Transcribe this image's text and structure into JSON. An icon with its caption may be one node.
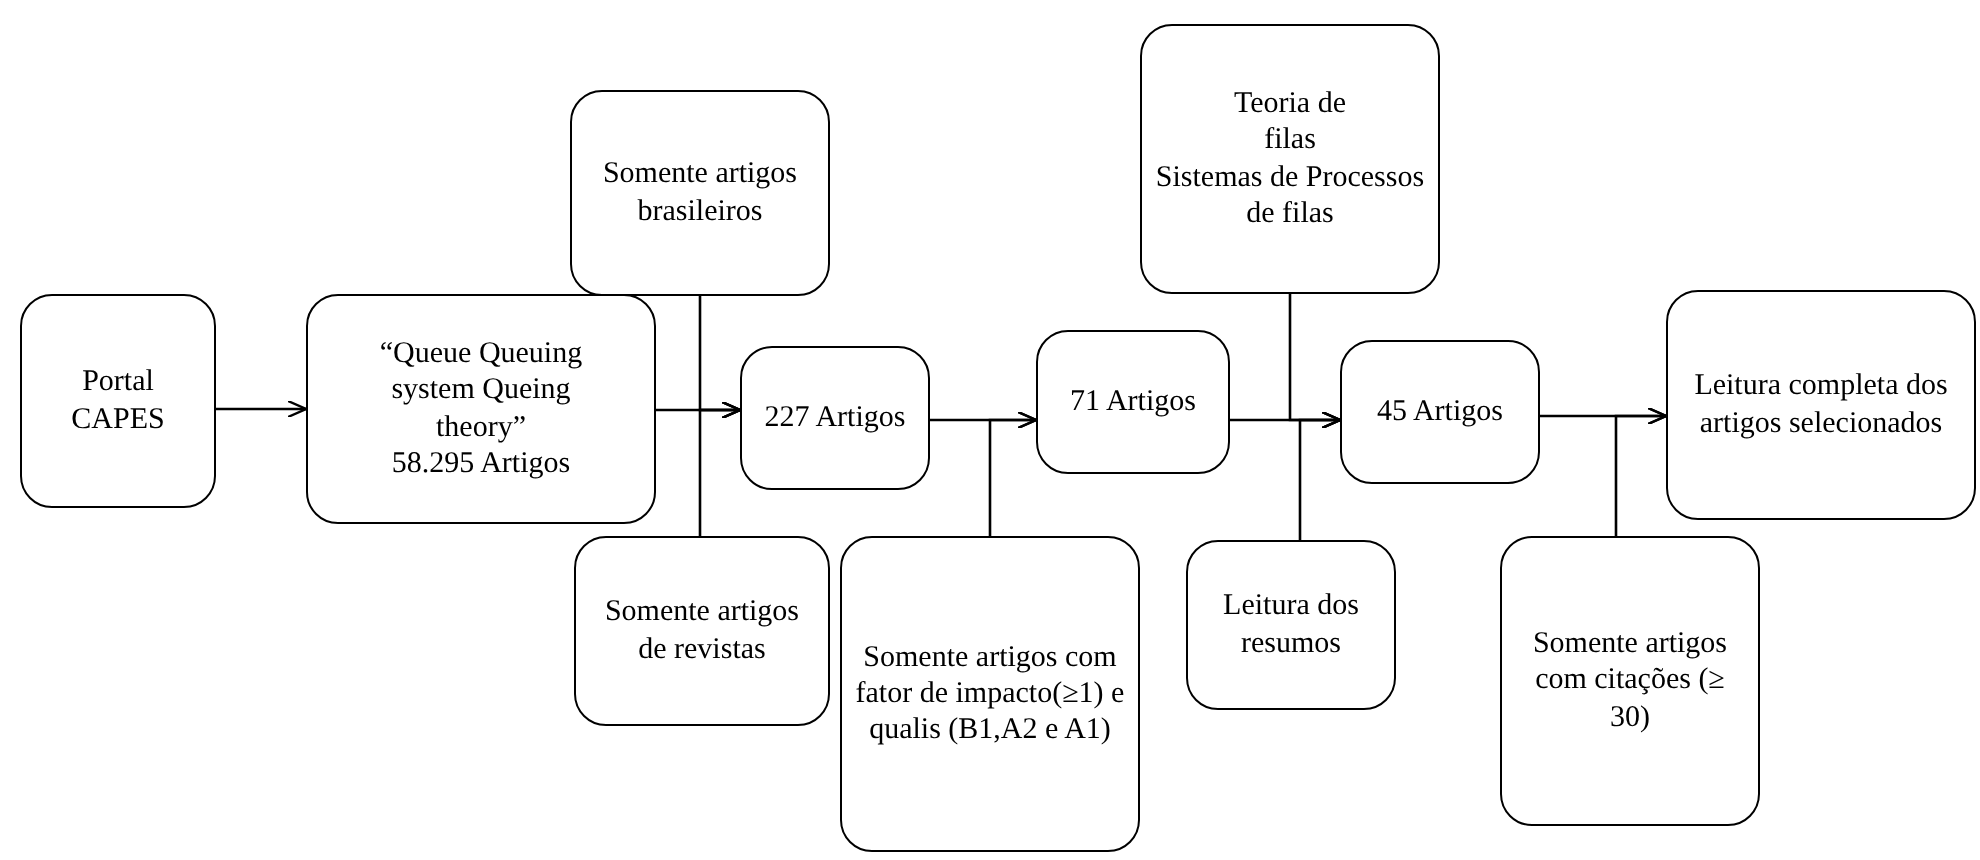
{
  "diagram": {
    "nodes": [
      {
        "text": [
          "Portal CAPES"
        ]
      },
      {
        "text": [
          "“Queue Queuing system Queing theory”",
          "58.295 Artigos"
        ]
      },
      {
        "text": [
          "Somente artigos brasileiros"
        ]
      },
      {
        "text": [
          "Somente artigos de revistas"
        ]
      },
      {
        "text": [
          "227 Artigos"
        ]
      },
      {
        "text": [
          "71 Artigos"
        ]
      },
      {
        "text": [
          "Somente artigos com fator de impacto(≥1) e qualis (B1,A2 e A1)"
        ]
      },
      {
        "text": [
          "Teoria de filas",
          "Sistemas de Processos de filas"
        ]
      },
      {
        "text": [
          "Leitura dos resumos"
        ]
      },
      {
        "text": [
          "45 Artigos"
        ]
      },
      {
        "text": [
          "Somente artigos com citações (≥ 30)"
        ]
      },
      {
        "text": [
          "Leitura completa dos artigos selecionados"
        ]
      }
    ],
    "edges": [
      {
        "from": 0,
        "to": 1,
        "arrow": "to"
      },
      {
        "from": 1,
        "to": 4,
        "arrow": "to"
      },
      {
        "from": 2,
        "to": 4,
        "arrow": "to"
      },
      {
        "from": 3,
        "to": 4,
        "arrow": "to"
      },
      {
        "from": 4,
        "to": 5,
        "arrow": "to"
      },
      {
        "from": 6,
        "to": 5,
        "arrow": "to"
      },
      {
        "from": 5,
        "to": 9,
        "arrow": "to"
      },
      {
        "from": 7,
        "to": 9,
        "arrow": "to"
      },
      {
        "from": 8,
        "to": 9,
        "arrow": "to"
      },
      {
        "from": 9,
        "to": 11,
        "arrow": "to"
      },
      {
        "from": 10,
        "to": 11,
        "arrow": "to"
      }
    ]
  }
}
